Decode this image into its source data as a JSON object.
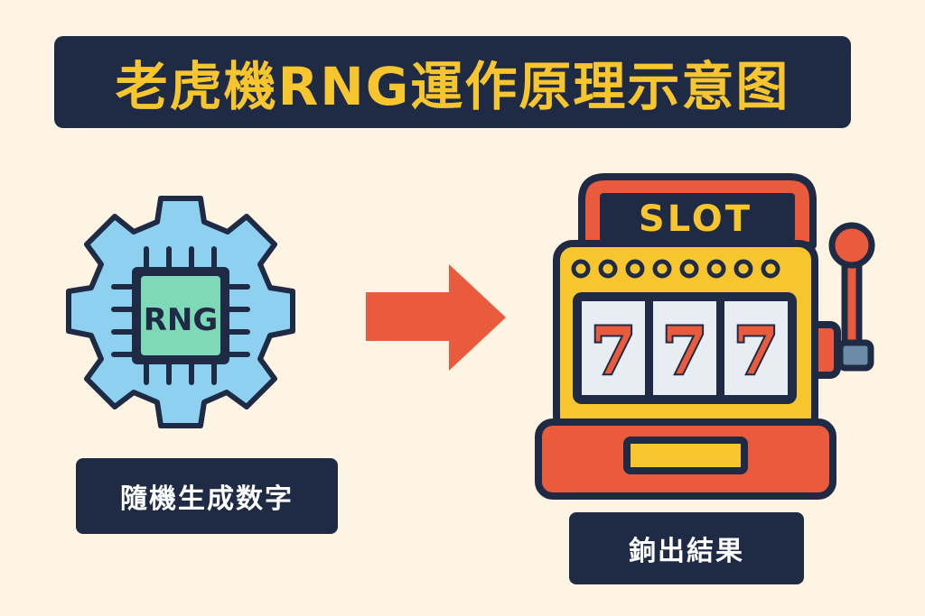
{
  "title": "老虎機RNG運作原理示意图",
  "rng_chip_text": "RNG",
  "slot_sign_text": "SLOT",
  "reels": [
    "7",
    "7",
    "7"
  ],
  "labels": {
    "generate": "隨機生成数字",
    "output": "銄出結果"
  },
  "colors": {
    "navy": "#1f2b45",
    "yellow": "#f7c62f",
    "gear_blue": "#8ed0ef",
    "chip_green": "#7dd9b8",
    "arrow_red": "#ea5a3c",
    "background": "#fdf4e3"
  },
  "icons": {
    "gear": "gear-icon",
    "chip": "chip-icon",
    "arrow": "arrow-right-icon",
    "slot_machine": "slot-machine-icon",
    "lever": "lever-icon"
  }
}
